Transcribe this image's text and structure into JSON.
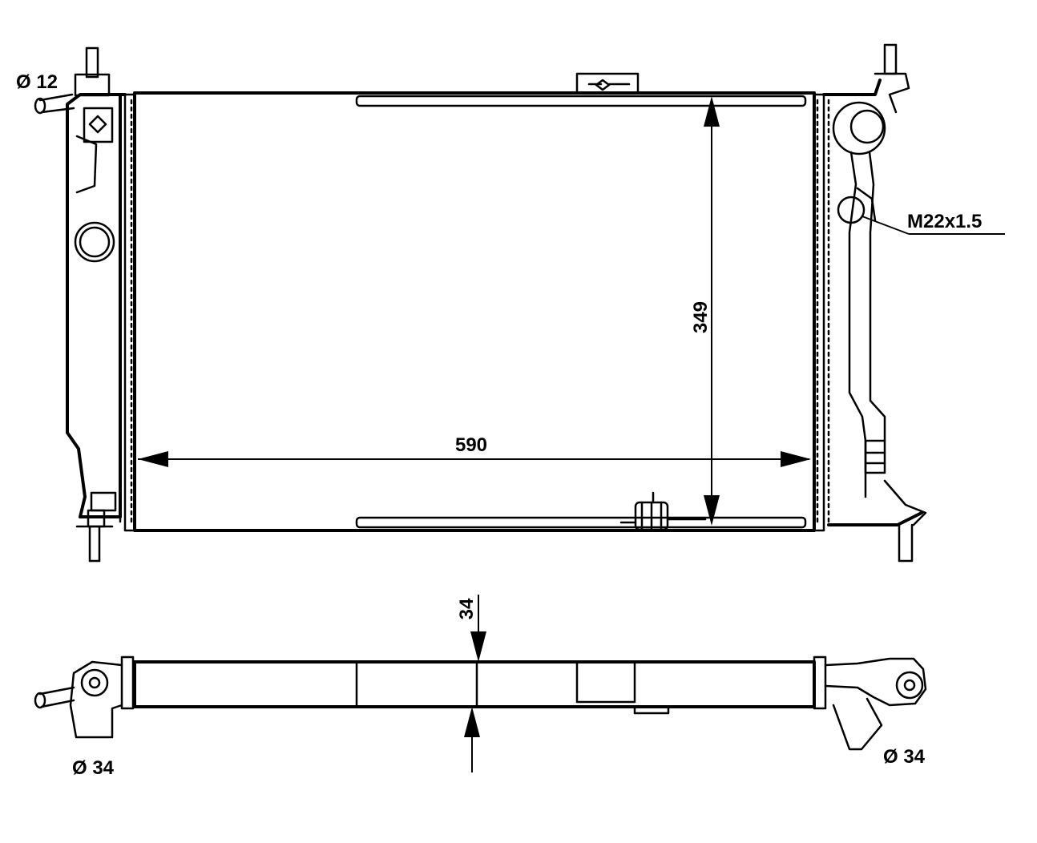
{
  "labels": {
    "dia_inlet_small": "Ø 12",
    "thread": "M22x1.5",
    "height": "349",
    "width": "590",
    "depth": "34",
    "dia_left_pipe": "Ø 34",
    "dia_right_pipe": "Ø 34"
  }
}
